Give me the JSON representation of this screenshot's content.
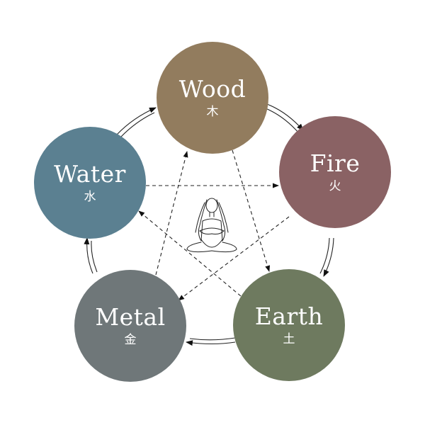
{
  "elements": [
    {
      "id": "wood",
      "name": "Wood",
      "han": "木",
      "color": "#927c5e"
    },
    {
      "id": "fire",
      "name": "Fire",
      "han": "火",
      "color": "#8a6264"
    },
    {
      "id": "earth",
      "name": "Earth",
      "han": "土",
      "color": "#6e7a5f"
    },
    {
      "id": "metal",
      "name": "Metal",
      "han": "金",
      "color": "#6f7779"
    },
    {
      "id": "water",
      "name": "Water",
      "han": "水",
      "color": "#5b8091"
    }
  ],
  "cycles": {
    "generating": [
      "Wood",
      "Fire",
      "Earth",
      "Metal",
      "Water"
    ],
    "controlling": [
      [
        "Wood",
        "Earth"
      ],
      [
        "Earth",
        "Water"
      ],
      [
        "Water",
        "Fire"
      ],
      [
        "Fire",
        "Metal"
      ],
      [
        "Metal",
        "Wood"
      ]
    ]
  },
  "center_icon": "meditating-woman-icon"
}
